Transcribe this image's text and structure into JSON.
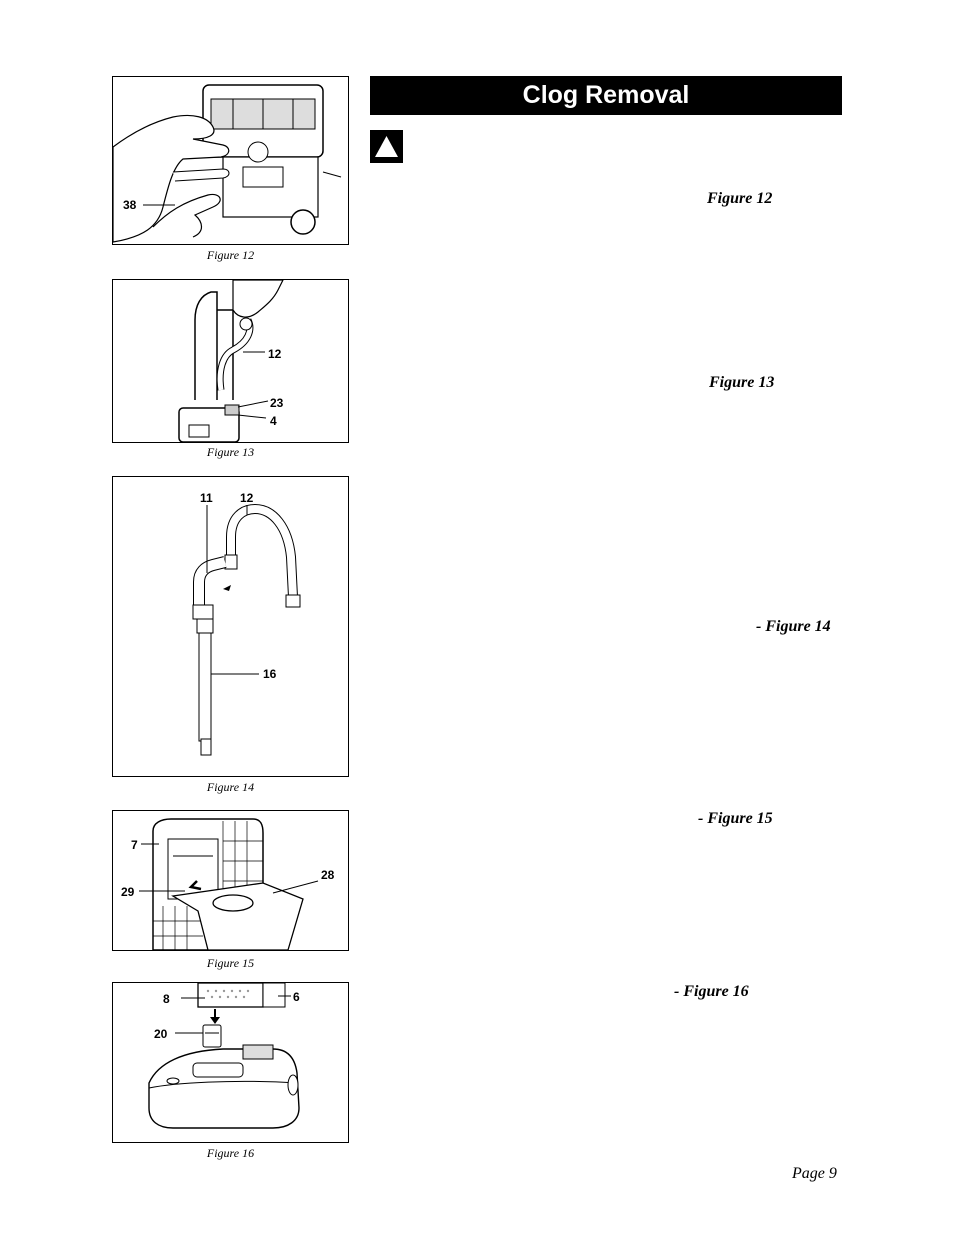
{
  "title": "Clog Removal",
  "figures": [
    {
      "caption": "Figure 12",
      "callouts": [
        "38"
      ]
    },
    {
      "caption": "Figure 13",
      "callouts": [
        "12",
        "23",
        "4"
      ]
    },
    {
      "caption": "Figure 14",
      "callouts": [
        "11",
        "12",
        "16"
      ]
    },
    {
      "caption": "Figure 15",
      "callouts": [
        "7",
        "29",
        "28"
      ]
    },
    {
      "caption": "Figure 16",
      "callouts": [
        "8",
        "6",
        "20"
      ]
    }
  ],
  "refs": [
    "Figure 12",
    "Figure 13",
    "- Figure 14",
    "- Figure 15",
    "- Figure 16"
  ],
  "page": "Page 9"
}
